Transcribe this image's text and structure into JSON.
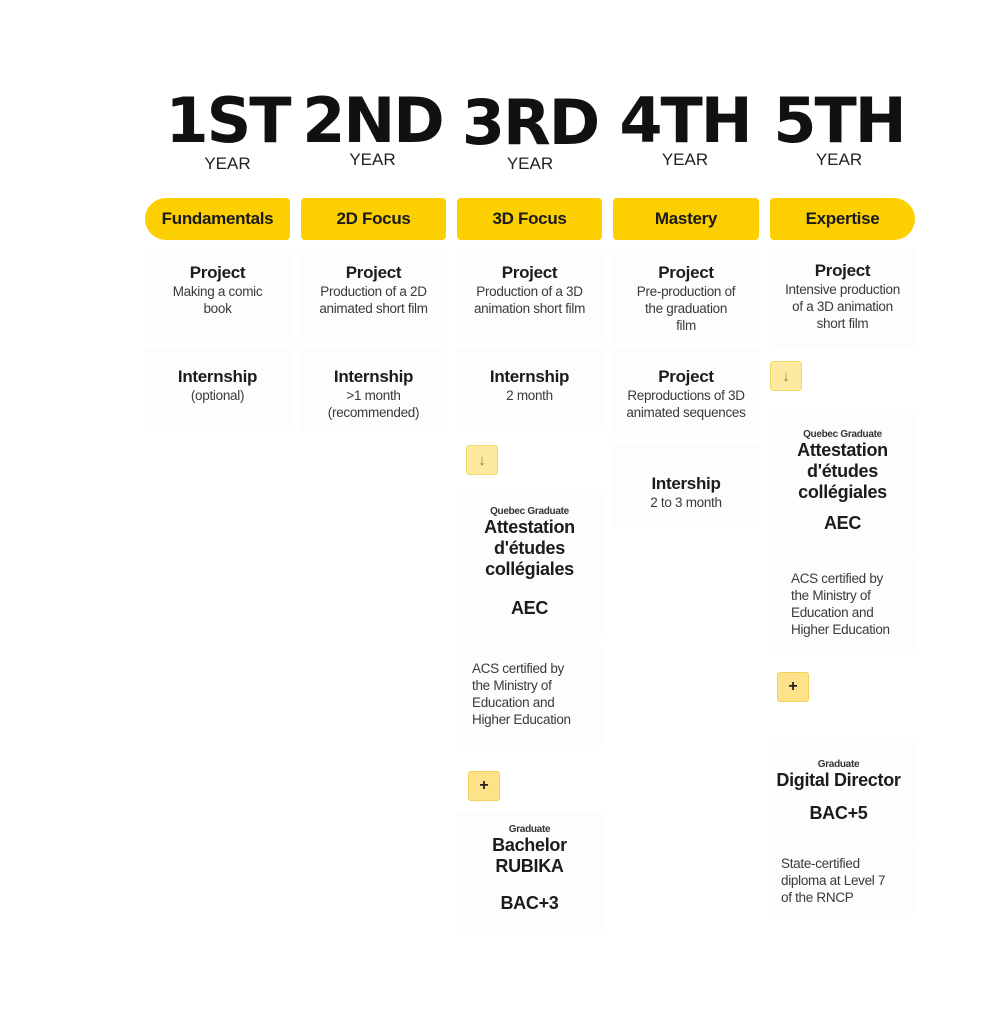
{
  "years": [
    {
      "num": "1ST",
      "word": "YEAR"
    },
    {
      "num": "2ND",
      "word": "YEAR"
    },
    {
      "num": "3RD",
      "word": "YEAR"
    },
    {
      "num": "4TH",
      "word": "YEAR"
    },
    {
      "num": "5TH",
      "word": "YEAR"
    }
  ],
  "phases": [
    "Fundamentals",
    "2D Focus",
    "3D Focus",
    "Mastery",
    "Expertise"
  ],
  "col1": {
    "project_title": "Project",
    "project_desc": [
      "Making a comic",
      "book"
    ],
    "intern_title": "Internship",
    "intern_desc": [
      "(optional)"
    ]
  },
  "col2": {
    "project_title": "Project",
    "project_desc": [
      "Production of a 2D",
      "animated short film"
    ],
    "intern_title": "Internship",
    "intern_desc": [
      ">1 month",
      "(recommended)"
    ]
  },
  "col3": {
    "project_title": "Project",
    "project_desc": [
      "Production of a 3D",
      "animation short film"
    ],
    "intern_title": "Internship",
    "intern_desc": [
      "2 month"
    ],
    "arrow": "↓",
    "aec_label": "Quebec Graduate",
    "aec_title": [
      "Attestation",
      "d'études",
      "collégiales"
    ],
    "aec_code": "AEC",
    "aec_desc": [
      "ACS certified by",
      "the Ministry of",
      "Education and",
      "Higher Education"
    ],
    "plus": "+",
    "grad_label": "Graduate",
    "grad_title": [
      "Bachelor",
      "RUBIKA"
    ],
    "grad_code": "BAC+3"
  },
  "col4": {
    "project_title": "Project",
    "project_desc": [
      "Pre-production of",
      "the graduation",
      "film"
    ],
    "project2_title": "Project",
    "project2_desc": [
      "Reproductions of 3D",
      "animated sequences"
    ],
    "intern_title": "Intership",
    "intern_desc": [
      "2 to 3 month"
    ]
  },
  "col5": {
    "project_title": "Project",
    "project_desc": [
      "Intensive production",
      "of a 3D animation",
      "short film"
    ],
    "arrow": "↓",
    "aec_label": "Quebec Graduate",
    "aec_title": [
      "Attestation",
      "d'études",
      "collégiales"
    ],
    "aec_code": "AEC",
    "aec_desc": [
      "ACS certified by",
      "the Ministry of",
      "Education and",
      "Higher Education"
    ],
    "plus": "+",
    "grad_label": "Graduate",
    "grad_title": [
      "Digital Director"
    ],
    "grad_code": "BAC+5",
    "grad_desc": [
      "State-certified",
      "diploma at Level 7",
      "of the RNCP"
    ]
  },
  "colors": {
    "accent": "#fbcf00",
    "text": "#1c1c1c"
  }
}
